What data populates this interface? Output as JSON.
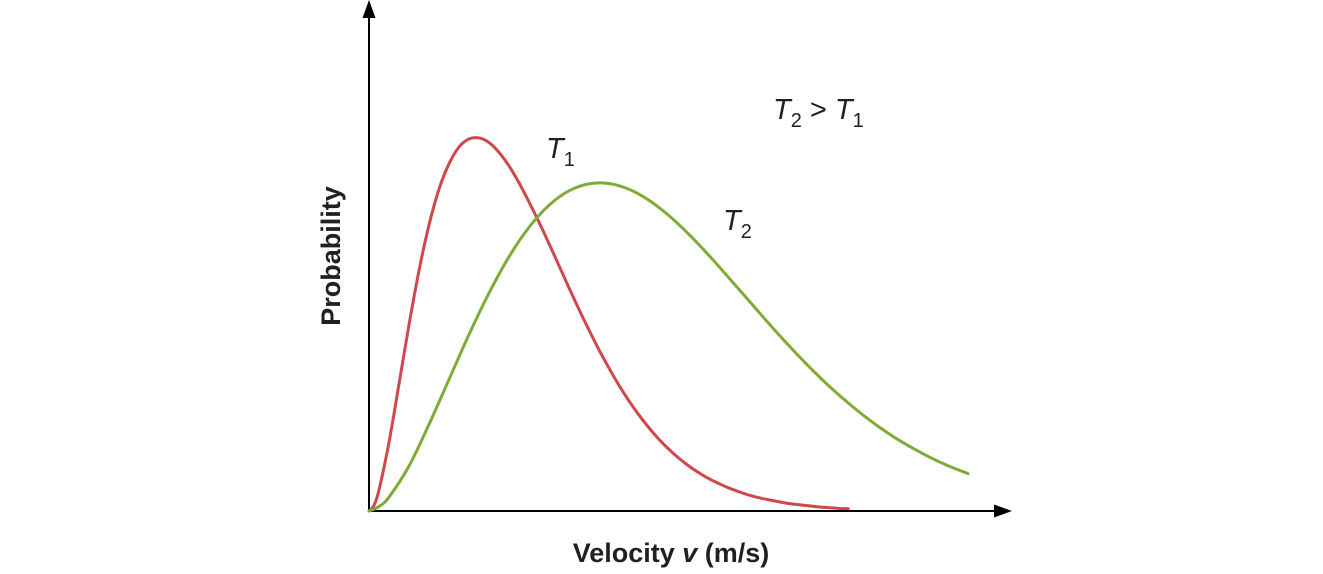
{
  "chart_data": {
    "type": "line",
    "xlabel": {
      "main": "Velocity ",
      "var": "v",
      "unit": " (m/s)"
    },
    "ylabel": "Probability",
    "series": [
      {
        "name": "T1",
        "label_symbol": "T",
        "label_sub": "1",
        "color": "#d0474d",
        "x": [
          0,
          5,
          10,
          20,
          30,
          40,
          50,
          60,
          70,
          80,
          90,
          100,
          110,
          120,
          130,
          140,
          150,
          160,
          170,
          180,
          190,
          200,
          210,
          220,
          230,
          240,
          250,
          260,
          270,
          280,
          290,
          300,
          310,
          320,
          330,
          340,
          350,
          360,
          370,
          380,
          390,
          400,
          410,
          420,
          430,
          440,
          450,
          460,
          470,
          480
        ],
        "y": [
          0.0,
          0.015,
          0.056,
          0.183,
          0.339,
          0.497,
          0.642,
          0.764,
          0.86,
          0.928,
          0.973,
          0.995,
          0.998,
          0.986,
          0.96,
          0.924,
          0.879,
          0.828,
          0.774,
          0.717,
          0.658,
          0.599,
          0.541,
          0.486,
          0.433,
          0.384,
          0.338,
          0.296,
          0.258,
          0.224,
          0.193,
          0.166,
          0.142,
          0.121,
          0.103,
          0.087,
          0.074,
          0.062,
          0.052,
          0.043,
          0.036,
          0.03,
          0.025,
          0.02,
          0.017,
          0.014,
          0.011,
          0.009,
          0.007,
          0.006
        ]
      },
      {
        "name": "T2",
        "label_symbol": "T",
        "label_sub": "2",
        "color": "#7fab37",
        "x": [
          0,
          10,
          20,
          40,
          60,
          80,
          100,
          120,
          140,
          160,
          180,
          200,
          220,
          240,
          260,
          280,
          300,
          320,
          340,
          360,
          380,
          400,
          420,
          440,
          460,
          480,
          500,
          520,
          540,
          560,
          580,
          600
        ],
        "y": [
          0.0,
          0.012,
          0.037,
          0.12,
          0.231,
          0.351,
          0.471,
          0.582,
          0.679,
          0.758,
          0.817,
          0.856,
          0.875,
          0.876,
          0.861,
          0.832,
          0.791,
          0.741,
          0.685,
          0.625,
          0.564,
          0.503,
          0.444,
          0.388,
          0.336,
          0.289,
          0.246,
          0.208,
          0.175,
          0.146,
          0.121,
          0.1
        ]
      }
    ],
    "annotations": [
      {
        "left_symbol": "T",
        "left_sub": "2",
        "operator": " > ",
        "right_symbol": "T",
        "right_sub": "1"
      }
    ],
    "xlim": [
      0,
      640
    ],
    "ylim": [
      0,
      1.3
    ],
    "grid": false,
    "ticks": false,
    "legend": "none"
  }
}
